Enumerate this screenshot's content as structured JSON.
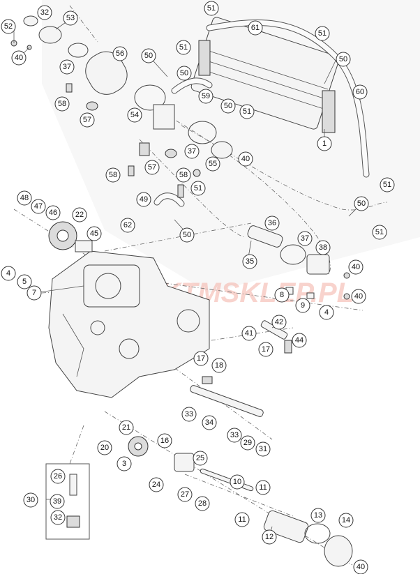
{
  "watermark": "KTMSKLEP.PL",
  "callouts": [
    {
      "n": "52"
    },
    {
      "n": "32"
    },
    {
      "n": "53"
    },
    {
      "n": "51"
    },
    {
      "n": "61"
    },
    {
      "n": "40"
    },
    {
      "n": "37"
    },
    {
      "n": "56"
    },
    {
      "n": "50"
    },
    {
      "n": "51"
    },
    {
      "n": "51"
    },
    {
      "n": "50"
    },
    {
      "n": "50"
    },
    {
      "n": "60"
    },
    {
      "n": "58"
    },
    {
      "n": "57"
    },
    {
      "n": "54"
    },
    {
      "n": "59"
    },
    {
      "n": "50"
    },
    {
      "n": "51"
    },
    {
      "n": "1"
    },
    {
      "n": "37"
    },
    {
      "n": "40"
    },
    {
      "n": "55"
    },
    {
      "n": "58"
    },
    {
      "n": "57"
    },
    {
      "n": "58"
    },
    {
      "n": "51"
    },
    {
      "n": "49"
    },
    {
      "n": "51"
    },
    {
      "n": "50"
    },
    {
      "n": "51"
    },
    {
      "n": "48"
    },
    {
      "n": "47"
    },
    {
      "n": "46"
    },
    {
      "n": "22"
    },
    {
      "n": "45"
    },
    {
      "n": "62"
    },
    {
      "n": "50"
    },
    {
      "n": "36"
    },
    {
      "n": "37"
    },
    {
      "n": "38"
    },
    {
      "n": "35"
    },
    {
      "n": "40"
    },
    {
      "n": "4"
    },
    {
      "n": "5"
    },
    {
      "n": "7"
    },
    {
      "n": "8"
    },
    {
      "n": "9"
    },
    {
      "n": "40"
    },
    {
      "n": "4"
    },
    {
      "n": "42"
    },
    {
      "n": "41"
    },
    {
      "n": "44"
    },
    {
      "n": "17"
    },
    {
      "n": "17"
    },
    {
      "n": "18"
    },
    {
      "n": "33"
    },
    {
      "n": "34"
    },
    {
      "n": "21"
    },
    {
      "n": "20"
    },
    {
      "n": "16"
    },
    {
      "n": "33"
    },
    {
      "n": "29"
    },
    {
      "n": "31"
    },
    {
      "n": "3"
    },
    {
      "n": "25"
    },
    {
      "n": "24"
    },
    {
      "n": "26"
    },
    {
      "n": "10"
    },
    {
      "n": "11"
    },
    {
      "n": "27"
    },
    {
      "n": "28"
    },
    {
      "n": "30"
    },
    {
      "n": "39"
    },
    {
      "n": "13"
    },
    {
      "n": "14"
    },
    {
      "n": "32"
    },
    {
      "n": "11"
    },
    {
      "n": "12"
    },
    {
      "n": "40"
    }
  ]
}
